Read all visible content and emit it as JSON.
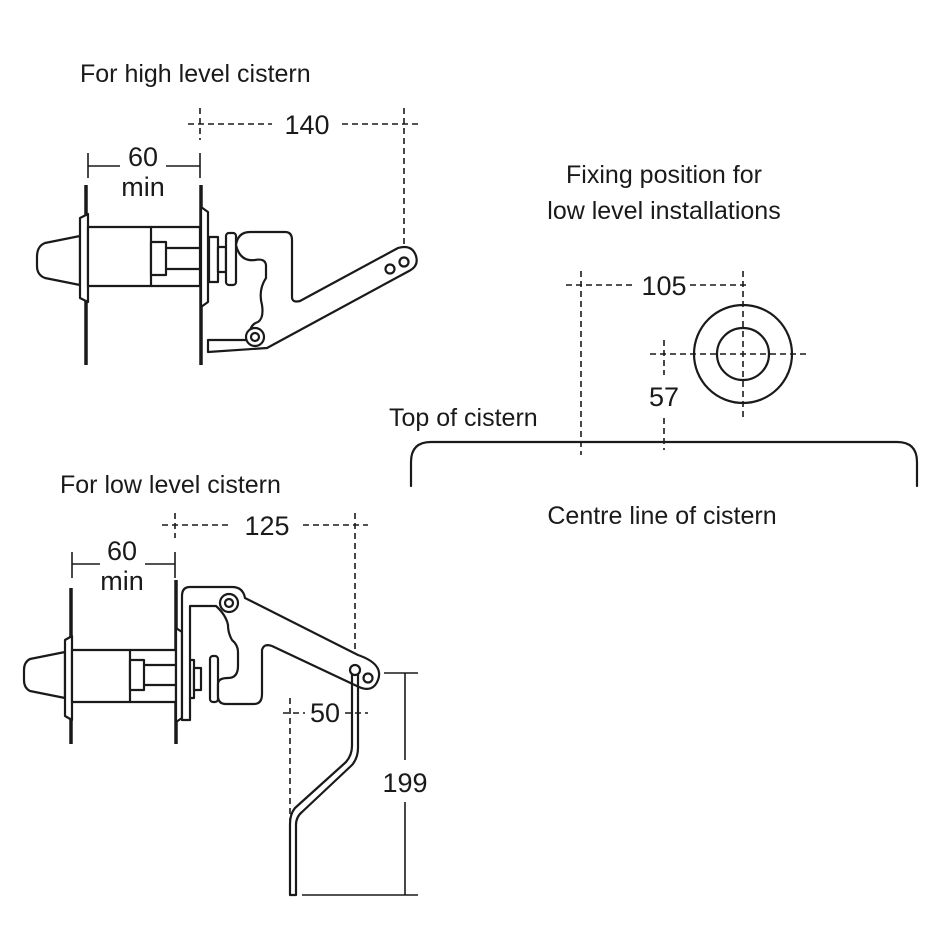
{
  "diagram": {
    "type": "technical-drawing",
    "subject": "Cistern flush lever fitting dimensions",
    "units": "mm",
    "colors": {
      "line": "#1a1a1a",
      "background": "#ffffff"
    },
    "high_level": {
      "title": "For high level cistern",
      "dim_width": "60",
      "dim_width_note": "min",
      "dim_reach": "140"
    },
    "low_level": {
      "title": "For low level cistern",
      "dim_width": "60",
      "dim_width_note": "min",
      "dim_reach": "125",
      "dim_offset": "50",
      "dim_drop": "199"
    },
    "fixing": {
      "title_line1": "Fixing position for",
      "title_line2": "low level installations",
      "dim_horizontal": "105",
      "dim_vertical": "57",
      "top_label": "Top of cistern",
      "centre_label": "Centre line of cistern"
    }
  }
}
